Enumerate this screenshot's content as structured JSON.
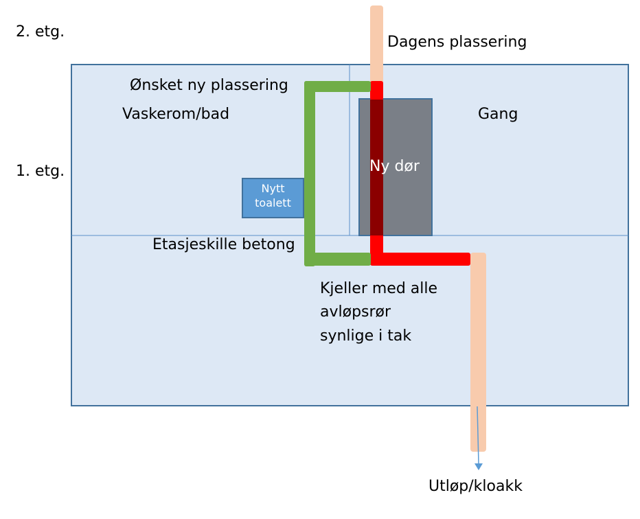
{
  "labels": {
    "floor2": "2. etg.",
    "floor1": "1. etg.",
    "current_location": "Dagens plassering",
    "desired_location": "Ønsket ny plassering",
    "laundry_bath": "Vaskerom/bad",
    "hallway": "Gang",
    "new_door": "Ny dør",
    "new_toilet_line1": "Nytt",
    "new_toilet_line2": "toalett",
    "floor_slab": "Etasjeskille betong",
    "basement_line1": "Kjeller med alle",
    "basement_line2": "avløpsrør",
    "basement_line3": "synlige i tak",
    "outlet": "Utløp/kloakk"
  },
  "colors": {
    "building_fill": "#dde8f5",
    "building_stroke": "#41719c",
    "existing_pipe": "#f8cbad",
    "current_route": "#ff0000",
    "current_route_behind_door": "#8b0000",
    "desired_route": "#70ad47",
    "door_fill": "#7a7f87",
    "toilet_fill": "#5b9bd5",
    "arrow": "#5b9bd5"
  }
}
